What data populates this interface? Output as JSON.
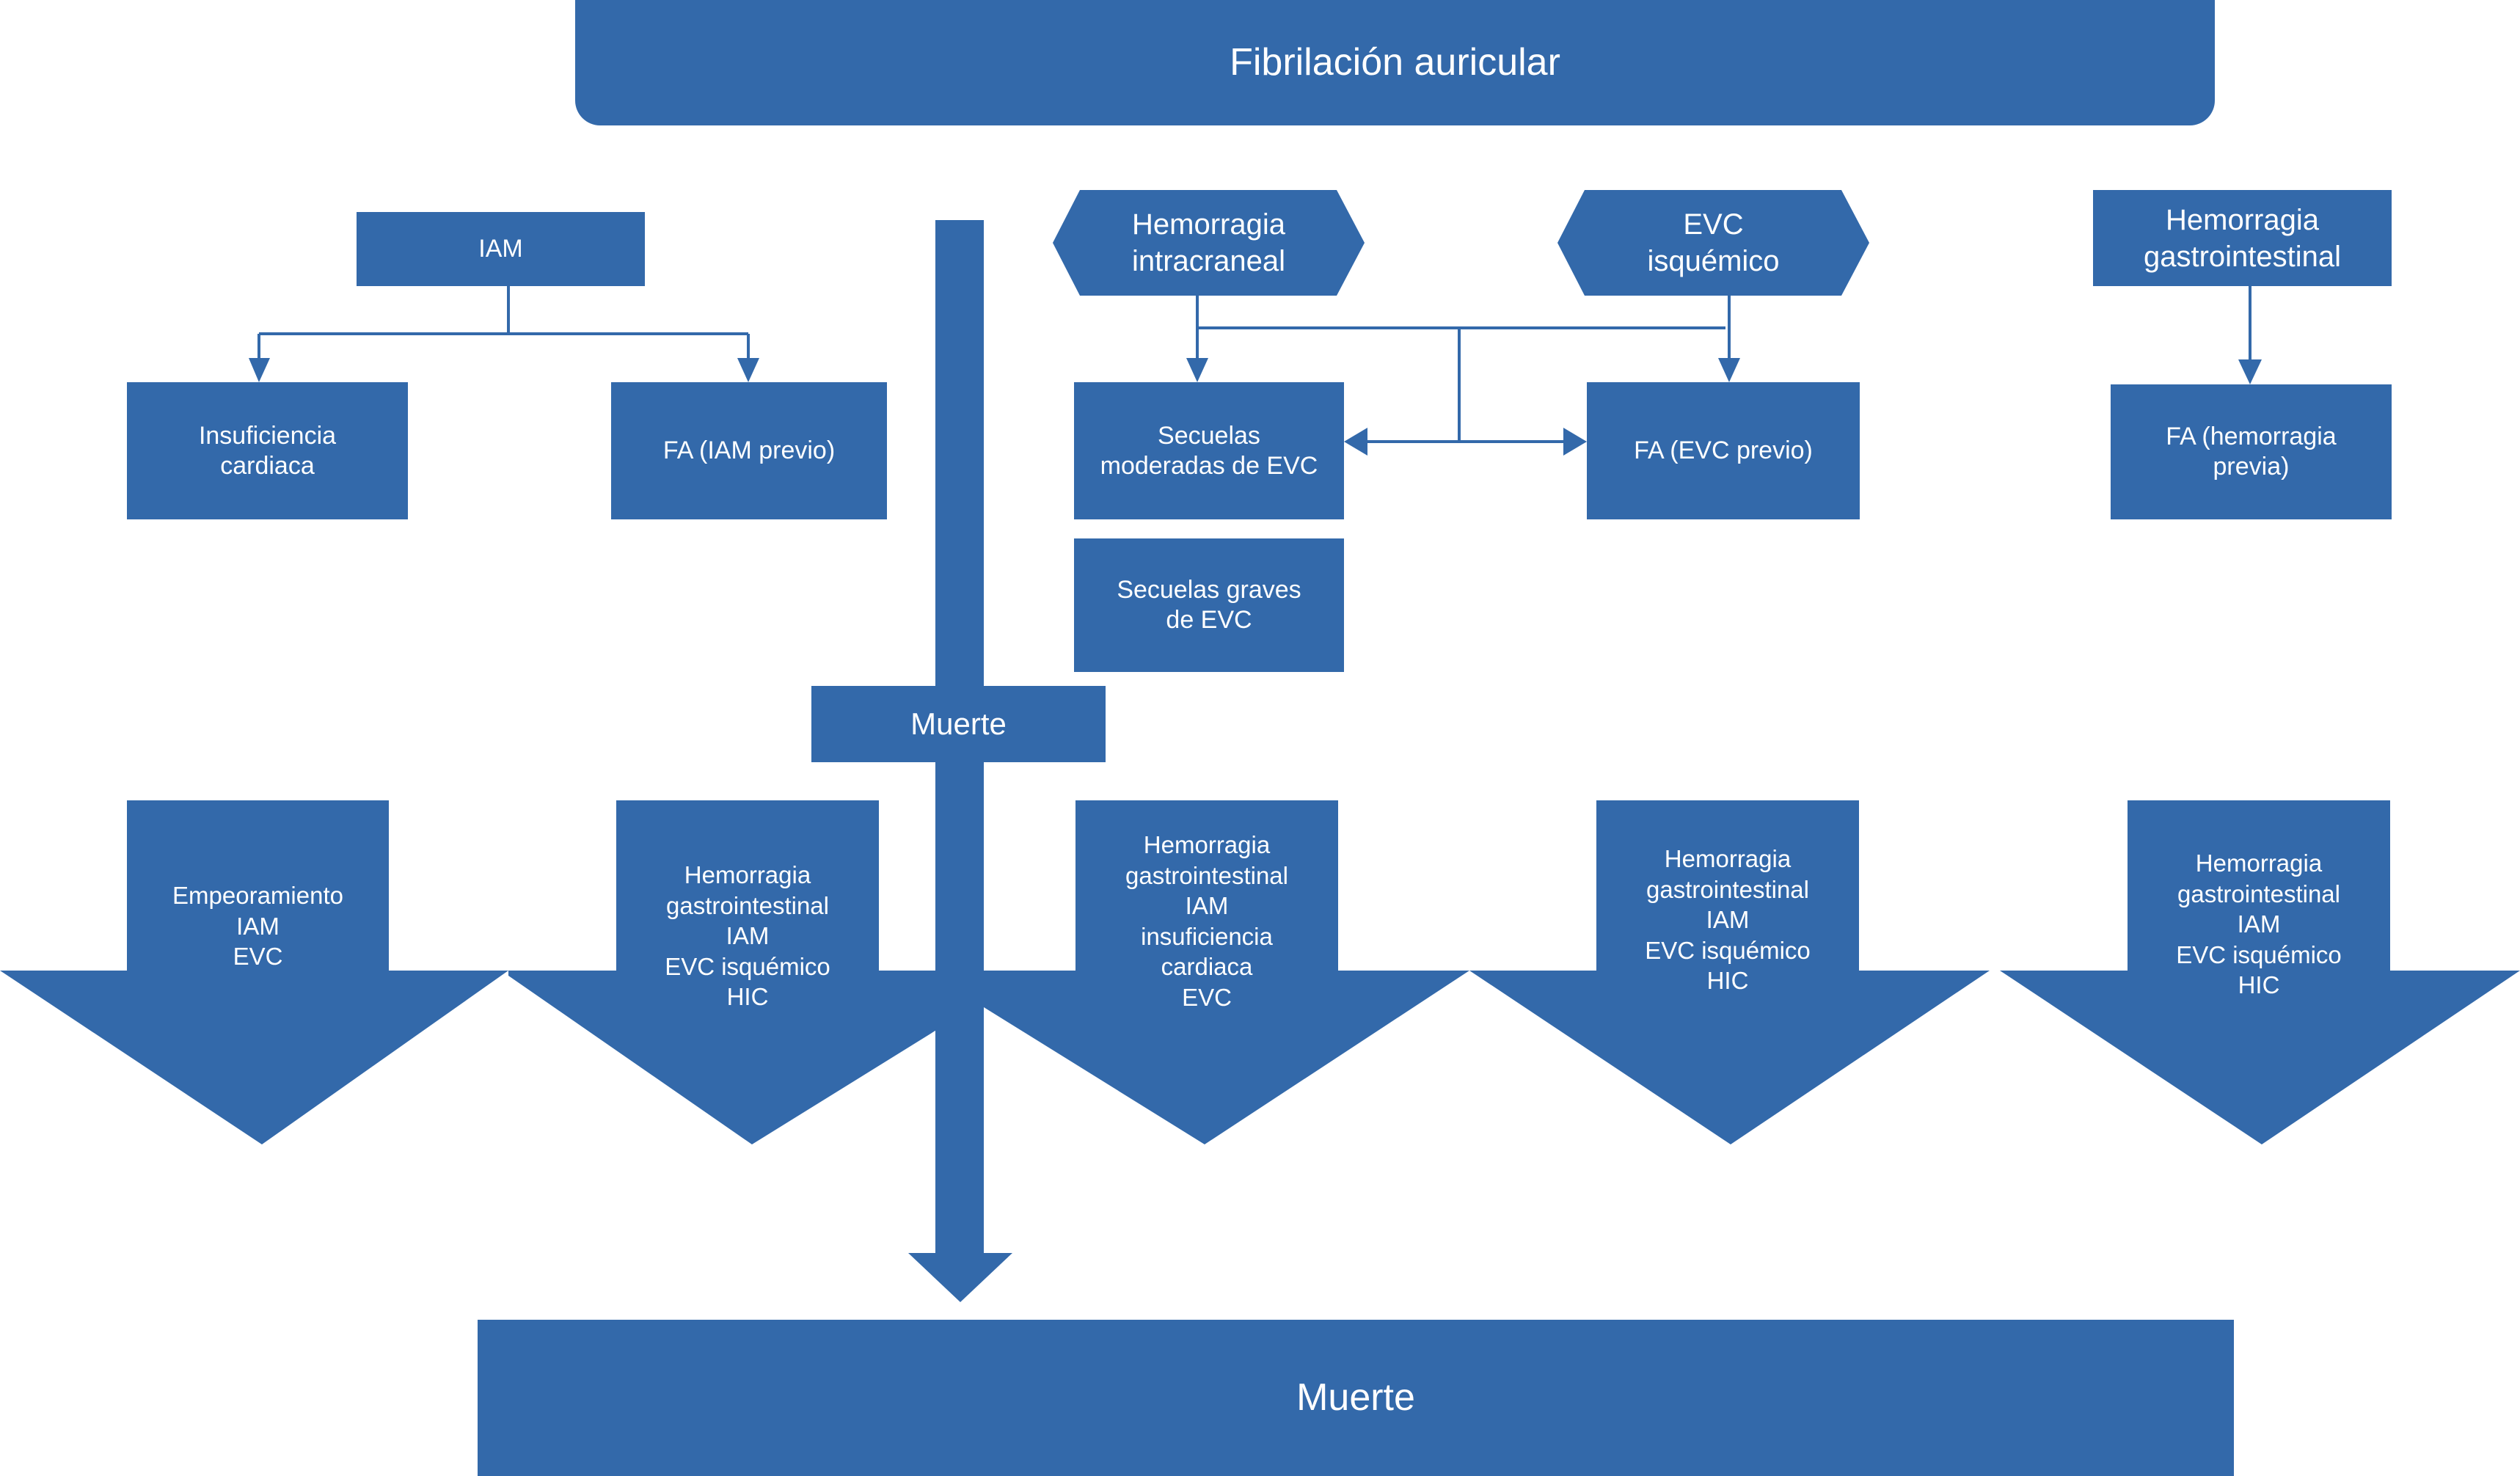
{
  "colors": {
    "fill": "#3369aa",
    "text": "#ffffff",
    "background": "#ffffff"
  },
  "title": "Fibrilación auricular",
  "top_nodes": {
    "iam": "IAM",
    "hemorragia_intracraneal": "Hemorragia\nintracraneal",
    "evc_isquemico": "EVC\nisquémico",
    "hemorragia_gastrointestinal": "Hemorragia\ngastrointestinal"
  },
  "second_nodes": {
    "insuficiencia_cardiaca": "Insuficiencia\ncardiaca",
    "fa_iam_previo": "FA (IAM previo)",
    "secuelas_moderadas": "Secuelas\nmoderadas de EVC",
    "fa_evc_previo": "FA (EVC previo)",
    "fa_hemorragia_previa": "FA (hemorragia\nprevia)",
    "secuelas_graves": "Secuelas graves\nde EVC"
  },
  "muerte_small": "Muerte",
  "down_arrows": [
    {
      "label": "Empeoramiento\nIAM\nEVC"
    },
    {
      "label": "Hemorragia\ngastrointestinal\nIAM\nEVC isquémico\nHIC"
    },
    {
      "label": "Hemorragia\ngastrointestinal\nIAM\ninsuficiencia\ncardiaca\nEVC"
    },
    {
      "label": "Hemorragia\ngastrointestinal\nIAM\nEVC isquémico\nHIC"
    },
    {
      "label": "Hemorragia\ngastrointestinal\nIAM\nEVC isquémico\nHIC"
    }
  ],
  "muerte_final": "Muerte"
}
